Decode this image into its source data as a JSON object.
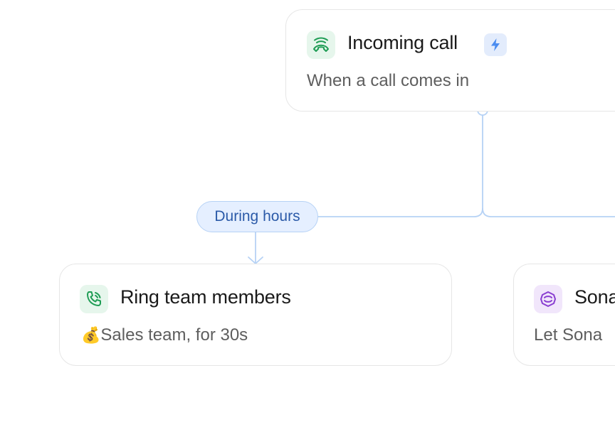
{
  "trigger_node": {
    "title": "Incoming call",
    "subtitle": "When a call comes in",
    "icon": "incoming-call-icon",
    "badge_icon": "lightning-bolt-icon"
  },
  "condition": {
    "label": "During hours"
  },
  "ring_node": {
    "title": "Ring team members",
    "emoji": "💰",
    "subtitle": "Sales team, for 30s",
    "icon": "phone-ringing-icon"
  },
  "sona_node": {
    "title": "Sona",
    "subtitle": "Let Sona",
    "icon": "sona-ai-icon"
  },
  "colors": {
    "connector": "#b6d2f5",
    "green_icon": "#1f9d55",
    "purple_icon": "#8a3fd1",
    "bolt": "#4a8cf0"
  }
}
